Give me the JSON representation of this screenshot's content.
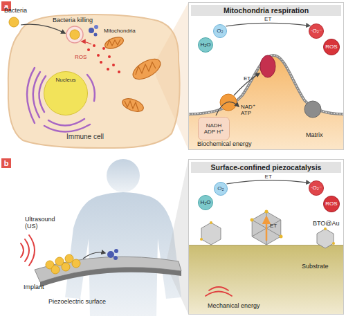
{
  "diagram": {
    "nodes": [
      {
        "text": [
          "Immune cell"
        ]
      },
      {
        "text": [
          "Nucleus"
        ],
        "in": 0
      },
      {
        "text": [
          "Mitochondria respiration"
        ]
      },
      {
        "text": [
          "O₂"
        ],
        "in": 2
      },
      {
        "text": [
          "H₂O"
        ],
        "in": 2
      },
      {
        "text": [
          "·O₂⁻"
        ],
        "in": 2
      },
      {
        "text": [
          "ROS"
        ],
        "in": 2
      },
      {
        "text": [
          "NADH ADP H⁺"
        ],
        "in": 2
      },
      {
        "text": [
          "Surface-confined piezocatalysis"
        ]
      },
      {
        "text": [
          "O₂"
        ],
        "in": 8
      },
      {
        "text": [
          "H₂O"
        ],
        "in": 8
      },
      {
        "text": [
          "·O₂⁻"
        ],
        "in": 8
      },
      {
        "text": [
          "ROS"
        ],
        "in": 8
      }
    ],
    "edges": [
      {
        "from": 3,
        "to": 5,
        "label": "ET",
        "arrow": "to"
      },
      {
        "from": 9,
        "to": 11,
        "label": "ET",
        "arrow": "to"
      }
    ],
    "labels": [
      "a",
      "Bacteria",
      "Bacteria killing",
      "ROS",
      "Mitochondria",
      "ET",
      "NAD⁺ ATP",
      "Matrix",
      "Biochemical energy",
      "b",
      "Ultrasound (US)",
      "Implant",
      "Piezoelectric surface",
      "ET",
      "BTO@Au",
      "Substrate",
      "Mechanical energy"
    ]
  }
}
